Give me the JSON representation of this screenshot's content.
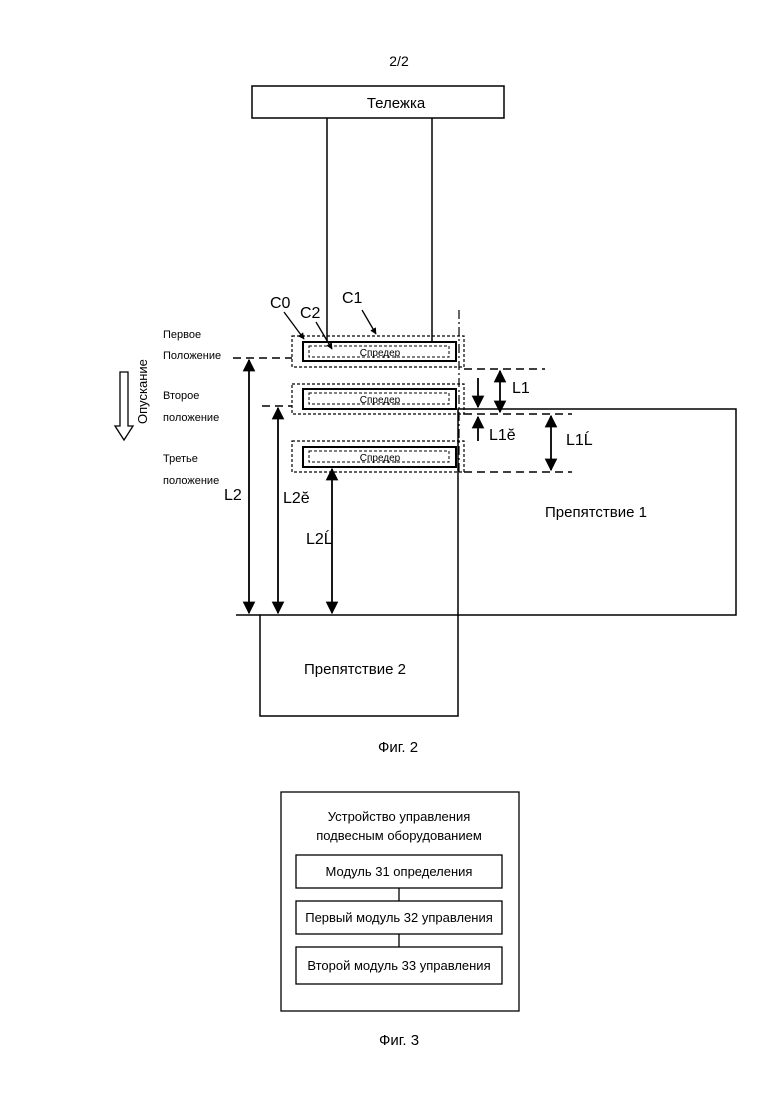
{
  "page_number": "2/2",
  "fig2": {
    "trolley": "Тележка",
    "spreader": "Спредер",
    "labels": {
      "c0": "C0",
      "c1": "C1",
      "c2": "C2",
      "l1": "L1",
      "l1_first": "L1ĕ",
      "l1_second": "L1Ĺ",
      "l2": "L2",
      "l2_first": "L2ĕ",
      "l2_second": "L2Ĺ"
    },
    "positions": {
      "first_line1": "Первое",
      "first_line2": "Положение",
      "second_line1": "Второе",
      "second_line2": "положение",
      "third_line1": "Третье",
      "third_line2": "положение"
    },
    "lowering": "Опускание",
    "obstacle1": "Препятствие 1",
    "obstacle2": "Препятствие 2",
    "caption": "Фиг. 2"
  },
  "fig3": {
    "title_line1": "Устройство управления",
    "title_line2": "подвесным оборудованием",
    "modules": [
      "Модуль 31 определения",
      "Первый модуль 32 управления",
      "Второй модуль 33 управления"
    ],
    "caption": "Фиг. 3"
  }
}
